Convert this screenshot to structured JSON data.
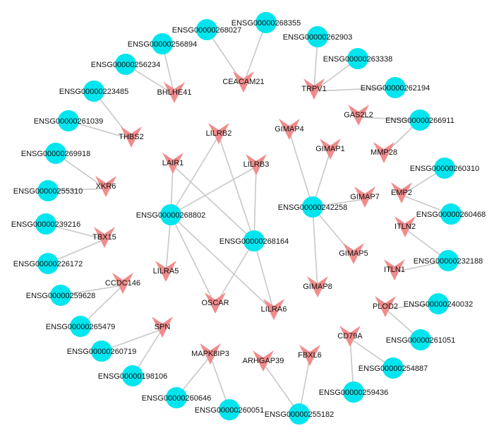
{
  "colors": {
    "lncrna": "#00E5EE",
    "gene": "#F08C8C",
    "edge": "#C8C8C8"
  },
  "nodes": [
    {
      "id": "ENSG00000268027",
      "type": "lncrna"
    },
    {
      "id": "ENSG00000268355",
      "type": "lncrna"
    },
    {
      "id": "ENSG00000256894",
      "type": "lncrna"
    },
    {
      "id": "ENSG00000256234",
      "type": "lncrna"
    },
    {
      "id": "ENSG00000223485",
      "type": "lncrna"
    },
    {
      "id": "ENSG00000261039",
      "type": "lncrna"
    },
    {
      "id": "ENSG00000269918",
      "type": "lncrna"
    },
    {
      "id": "ENSG00000255310",
      "type": "lncrna"
    },
    {
      "id": "ENSG00000239216",
      "type": "lncrna"
    },
    {
      "id": "ENSG00000226172",
      "type": "lncrna"
    },
    {
      "id": "ENSG00000259628",
      "type": "lncrna"
    },
    {
      "id": "ENSG00000265479",
      "type": "lncrna"
    },
    {
      "id": "ENSG00000260719",
      "type": "lncrna"
    },
    {
      "id": "ENSG00000198106",
      "type": "lncrna"
    },
    {
      "id": "ENSG00000260646",
      "type": "lncrna"
    },
    {
      "id": "ENSG00000260051",
      "type": "lncrna"
    },
    {
      "id": "ENSG00000255182",
      "type": "lncrna"
    },
    {
      "id": "ENSG00000259436",
      "type": "lncrna"
    },
    {
      "id": "ENSG00000254887",
      "type": "lncrna"
    },
    {
      "id": "ENSG00000261051",
      "type": "lncrna"
    },
    {
      "id": "ENSG00000240032",
      "type": "lncrna"
    },
    {
      "id": "ENSG00000232188",
      "type": "lncrna"
    },
    {
      "id": "ENSG00000260468",
      "type": "lncrna"
    },
    {
      "id": "ENSG00000260310",
      "type": "lncrna"
    },
    {
      "id": "ENSG00000266911",
      "type": "lncrna"
    },
    {
      "id": "ENSG00000262194",
      "type": "lncrna"
    },
    {
      "id": "ENSG00000263338",
      "type": "lncrna"
    },
    {
      "id": "ENSG00000262903",
      "type": "lncrna"
    },
    {
      "id": "ENSG00000268802",
      "type": "lncrna"
    },
    {
      "id": "ENSG00000268164",
      "type": "lncrna"
    },
    {
      "id": "ENSG00000242258",
      "type": "lncrna"
    },
    {
      "id": "BHLHE41",
      "type": "gene"
    },
    {
      "id": "CEACAM21",
      "type": "gene"
    },
    {
      "id": "TRPV1",
      "type": "gene"
    },
    {
      "id": "THBS2",
      "type": "gene"
    },
    {
      "id": "LILRB2",
      "type": "gene"
    },
    {
      "id": "GAS2L2",
      "type": "gene"
    },
    {
      "id": "GIMAP4",
      "type": "gene"
    },
    {
      "id": "GIMAP1",
      "type": "gene"
    },
    {
      "id": "MMP28",
      "type": "gene"
    },
    {
      "id": "LAIR1",
      "type": "gene"
    },
    {
      "id": "LILRB3",
      "type": "gene"
    },
    {
      "id": "XKR6",
      "type": "gene"
    },
    {
      "id": "GIMAP7",
      "type": "gene"
    },
    {
      "id": "EMP2",
      "type": "gene"
    },
    {
      "id": "TBX15",
      "type": "gene"
    },
    {
      "id": "ITLN2",
      "type": "gene"
    },
    {
      "id": "LILRA5",
      "type": "gene"
    },
    {
      "id": "GIMAP5",
      "type": "gene"
    },
    {
      "id": "CCDC146",
      "type": "gene"
    },
    {
      "id": "ITLN1",
      "type": "gene"
    },
    {
      "id": "GIMAP8",
      "type": "gene"
    },
    {
      "id": "OSCAR",
      "type": "gene"
    },
    {
      "id": "LILRA6",
      "type": "gene"
    },
    {
      "id": "PLOD2",
      "type": "gene"
    },
    {
      "id": "CD79A",
      "type": "gene"
    },
    {
      "id": "SPN",
      "type": "gene"
    },
    {
      "id": "MAPK8IP3",
      "type": "gene"
    },
    {
      "id": "FBXL6",
      "type": "gene"
    },
    {
      "id": "ARHGAP39",
      "type": "gene"
    }
  ],
  "edges": [
    [
      "ENSG00000256894",
      "BHLHE41"
    ],
    [
      "ENSG00000256234",
      "BHLHE41"
    ],
    [
      "ENSG00000268027",
      "CEACAM21"
    ],
    [
      "ENSG00000268355",
      "CEACAM21"
    ],
    [
      "ENSG00000262903",
      "TRPV1"
    ],
    [
      "ENSG00000263338",
      "TRPV1"
    ],
    [
      "ENSG00000262194",
      "TRPV1"
    ],
    [
      "ENSG00000223485",
      "THBS2"
    ],
    [
      "ENSG00000261039",
      "THBS2"
    ],
    [
      "ENSG00000269918",
      "XKR6"
    ],
    [
      "ENSG00000255310",
      "XKR6"
    ],
    [
      "ENSG00000266911",
      "GAS2L2"
    ],
    [
      "ENSG00000266911",
      "MMP28"
    ],
    [
      "ENSG00000260310",
      "EMP2"
    ],
    [
      "ENSG00000260468",
      "EMP2"
    ],
    [
      "ENSG00000232188",
      "ITLN2"
    ],
    [
      "ENSG00000232188",
      "ITLN1"
    ],
    [
      "ENSG00000240032",
      "PLOD2"
    ],
    [
      "ENSG00000261051",
      "PLOD2"
    ],
    [
      "ENSG00000254887",
      "CD79A"
    ],
    [
      "ENSG00000259436",
      "CD79A"
    ],
    [
      "ENSG00000255182",
      "FBXL6"
    ],
    [
      "ENSG00000255182",
      "ARHGAP39"
    ],
    [
      "ENSG00000260646",
      "MAPK8IP3"
    ],
    [
      "ENSG00000260051",
      "MAPK8IP3"
    ],
    [
      "ENSG00000260719",
      "SPN"
    ],
    [
      "ENSG00000198106",
      "SPN"
    ],
    [
      "ENSG00000259628",
      "CCDC146"
    ],
    [
      "ENSG00000265479",
      "CCDC146"
    ],
    [
      "ENSG00000239216",
      "TBX15"
    ],
    [
      "ENSG00000226172",
      "TBX15"
    ],
    [
      "ENSG00000242258",
      "GIMAP4"
    ],
    [
      "ENSG00000242258",
      "GIMAP1"
    ],
    [
      "ENSG00000242258",
      "GIMAP7"
    ],
    [
      "ENSG00000242258",
      "GIMAP5"
    ],
    [
      "ENSG00000242258",
      "GIMAP8"
    ],
    [
      "ENSG00000268802",
      "LAIR1"
    ],
    [
      "ENSG00000268802",
      "LILRB2"
    ],
    [
      "ENSG00000268802",
      "LILRB3"
    ],
    [
      "ENSG00000268802",
      "LILRA5"
    ],
    [
      "ENSG00000268802",
      "OSCAR"
    ],
    [
      "ENSG00000268802",
      "LILRA6"
    ],
    [
      "ENSG00000268164",
      "LAIR1"
    ],
    [
      "ENSG00000268164",
      "LILRB2"
    ],
    [
      "ENSG00000268164",
      "LILRB3"
    ],
    [
      "ENSG00000268164",
      "OSCAR"
    ],
    [
      "ENSG00000268164",
      "LILRA6"
    ]
  ]
}
